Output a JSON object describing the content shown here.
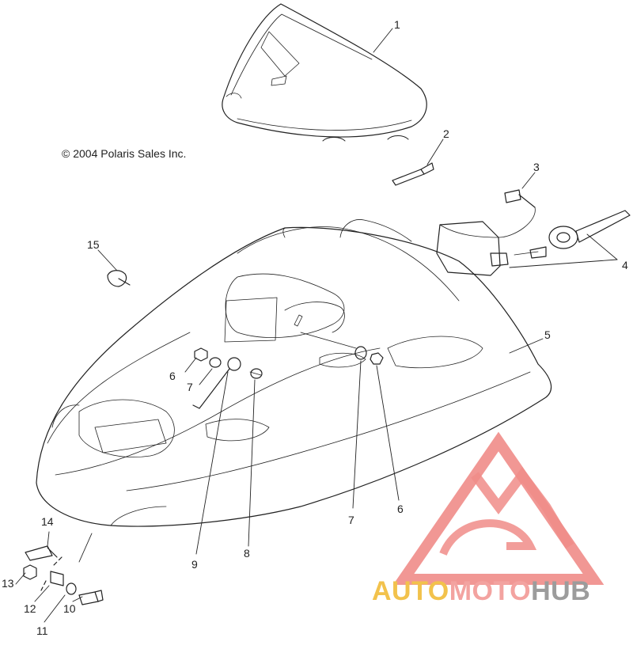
{
  "copyright": "© 2004 Polaris Sales Inc.",
  "callouts": [
    "1",
    "2",
    "3",
    "4",
    "5",
    "6",
    "7",
    "15",
    "6",
    "7",
    "9",
    "8",
    "14",
    "13",
    "12",
    "11",
    "10"
  ],
  "brand": {
    "part1": "AUTO",
    "part2": "MOTO",
    "part3": "HUB"
  },
  "colors": {
    "line": "#222222",
    "logo_red": "#f08c88",
    "logo_gold": "#f2c24c",
    "logo_gray": "#9c9c9c"
  }
}
